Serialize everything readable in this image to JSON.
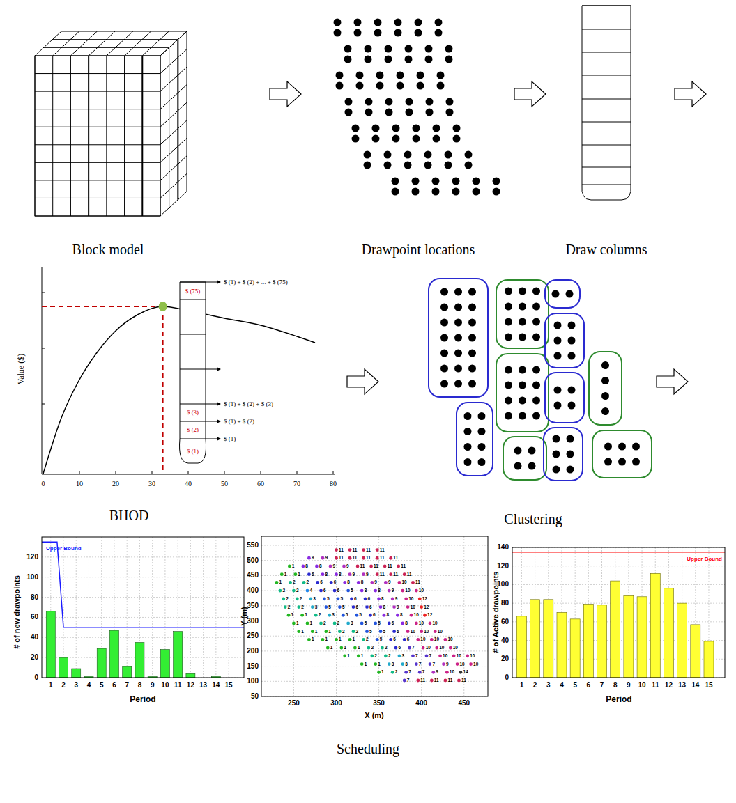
{
  "diagram": {
    "labels": [
      "Block model",
      "Drawpoint locations",
      "Draw columns",
      "Value ($)",
      "0",
      "10",
      "20",
      "30",
      "40",
      "50",
      "60",
      "70",
      "80",
      "$ (75)",
      "$ (3)",
      "$ (2)",
      "$ (1)",
      "$ (1) + $ (2) + ... + $ (75)",
      "$ (1) + $ (2) + $ (3)",
      "$ (1) + $ (2)",
      "$ (1)",
      "BHOD",
      "Clustering",
      "Upper Bound",
      "# of new drawpoints",
      "Period",
      "0",
      "20",
      "40",
      "60",
      "80",
      "100",
      "120",
      "1",
      "2",
      "3",
      "4",
      "5",
      "6",
      "7",
      "8",
      "9",
      "10",
      "11",
      "12",
      "13",
      "14",
      "15",
      "Y (m)",
      "X (m)",
      "50",
      "100",
      "150",
      "200",
      "250",
      "300",
      "350",
      "400",
      "450",
      "500",
      "550",
      "250",
      "300",
      "350",
      "400",
      "450",
      "11",
      "11",
      "11",
      "11",
      "8",
      "9",
      "11",
      "11",
      "11",
      "11",
      "11",
      "1",
      "8",
      "8",
      "9",
      "9",
      "11",
      "11",
      "11",
      "11",
      "1",
      "1",
      "6",
      "8",
      "8",
      "9",
      "9",
      "11",
      "11",
      "11",
      "1",
      "2",
      "2",
      "6",
      "6",
      "8",
      "8",
      "9",
      "9",
      "10",
      "11",
      "2",
      "2",
      "4",
      "6",
      "6",
      "5",
      "8",
      "8",
      "9",
      "10",
      "10",
      "2",
      "2",
      "3",
      "5",
      "5",
      "6",
      "6",
      "8",
      "9",
      "10",
      "12",
      "2",
      "2",
      "3",
      "5",
      "5",
      "6",
      "6",
      "8",
      "9",
      "10",
      "12",
      "1",
      "1",
      "2",
      "3",
      "5",
      "5",
      "6",
      "8",
      "8",
      "10",
      "12",
      "1",
      "1",
      "2",
      "2",
      "3",
      "5",
      "5",
      "6",
      "8",
      "10",
      "10",
      "1",
      "1",
      "1",
      "2",
      "2",
      "5",
      "5",
      "6",
      "10",
      "10",
      "10",
      "1",
      "1",
      "1",
      "1",
      "2",
      "5",
      "6",
      "6",
      "10",
      "10",
      "10",
      "1",
      "1",
      "1",
      "2",
      "2",
      "6",
      "7",
      "10",
      "10",
      "10",
      "1",
      "1",
      "2",
      "2",
      "3",
      "7",
      "7",
      "10",
      "10",
      "10",
      "1",
      "1",
      "3",
      "3",
      "7",
      "7",
      "9",
      "10",
      "10",
      "1",
      "2",
      "7",
      "7",
      "9",
      "10",
      "14",
      "7",
      "11",
      "11",
      "11",
      "11",
      "Upper Bound",
      "# of Active drawpoints",
      "Period",
      "0",
      "20",
      "40",
      "60",
      "80",
      "100",
      "120",
      "140",
      "1",
      "2",
      "3",
      "4",
      "5",
      "6",
      "7",
      "8",
      "9",
      "10",
      "11",
      "12",
      "13",
      "14",
      "15",
      "Scheduling"
    ]
  }
}
